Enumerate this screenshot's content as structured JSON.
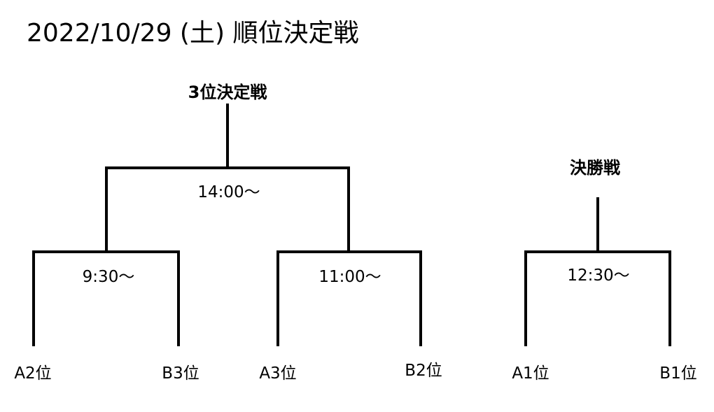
{
  "title": "2022/10/29 (土) 順位決定戦",
  "colors": {
    "line": "#000000",
    "background": "#ffffff"
  },
  "third_place": {
    "label": "3位決定戦",
    "final_time": "14:00〜",
    "semi_left": {
      "time": "9:30〜",
      "left_team": "A2位",
      "right_team": "B3位"
    },
    "semi_right": {
      "time": "11:00〜",
      "left_team": "A3位",
      "right_team": "B2位"
    }
  },
  "final": {
    "label": "決勝戦",
    "time": "12:30〜",
    "left_team": "A1位",
    "right_team": "B1位"
  }
}
